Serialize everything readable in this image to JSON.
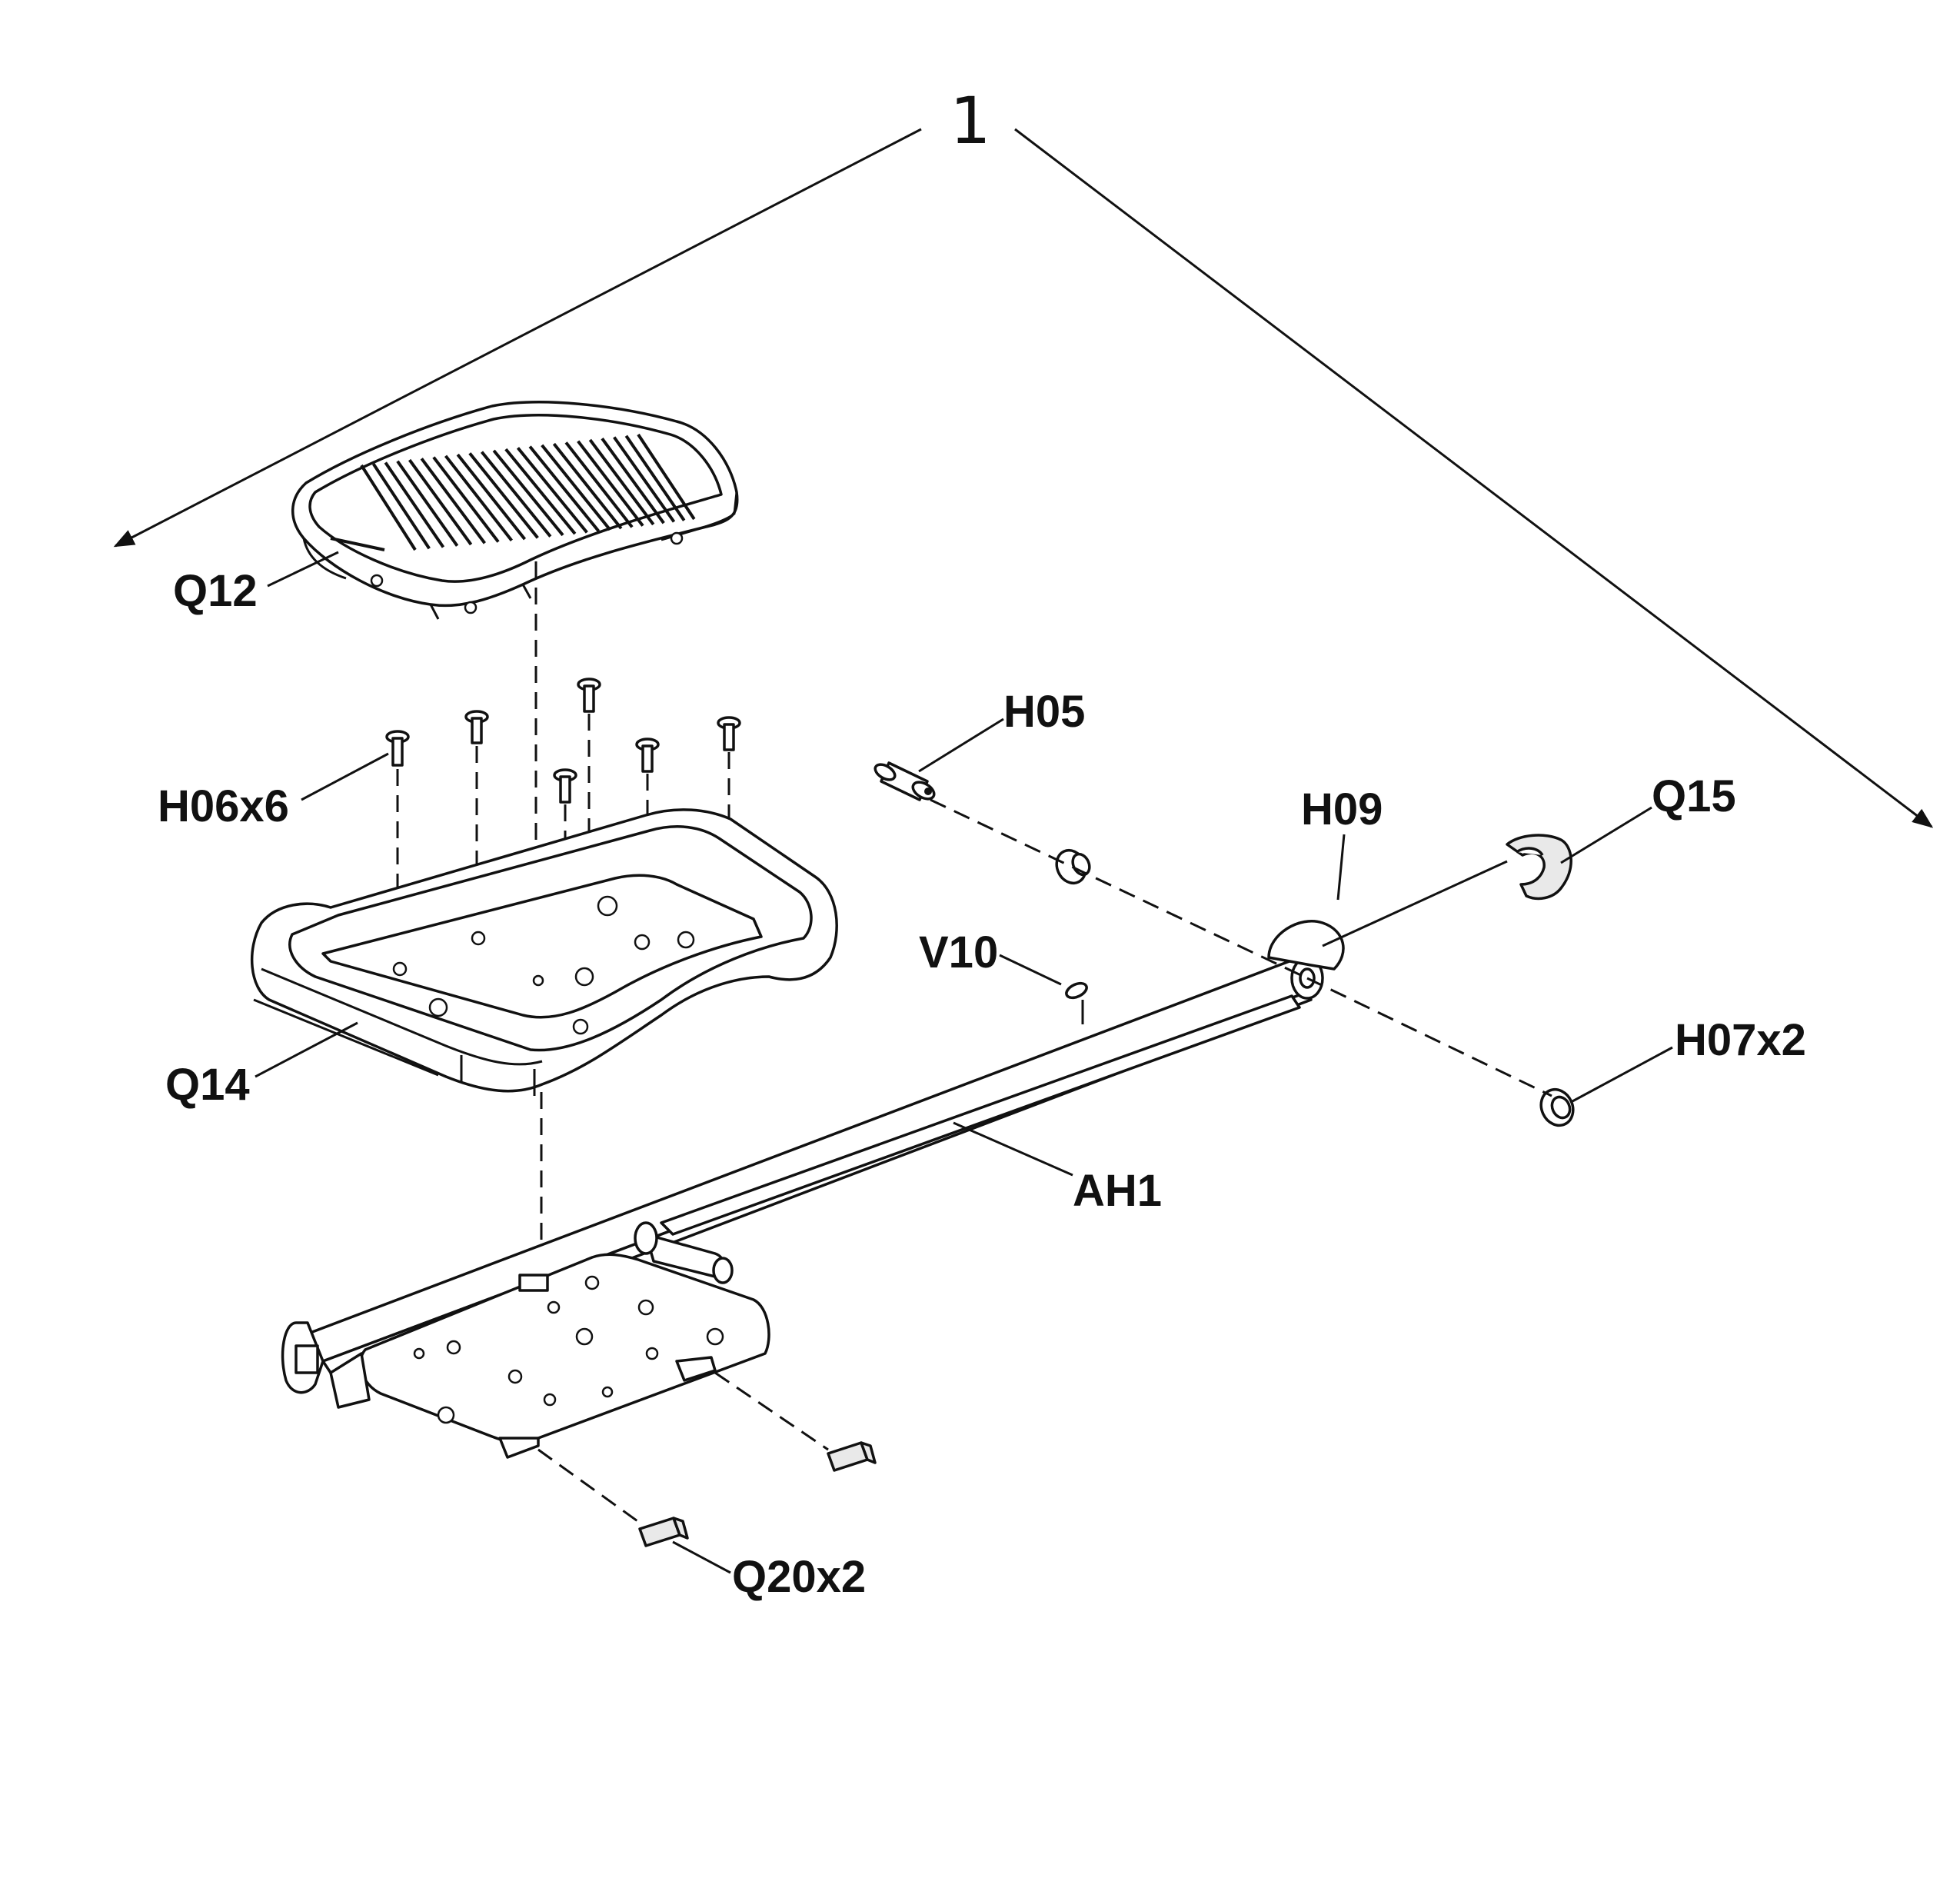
{
  "assembly_number": "1",
  "callouts": {
    "q12": "Q12",
    "h06": "H06x6",
    "q14": "Q14",
    "h05": "H05",
    "h09": "H09",
    "q15": "Q15",
    "v10": "V10",
    "h07": "H07x2",
    "ah1": "AH1",
    "q20": "Q20x2"
  }
}
